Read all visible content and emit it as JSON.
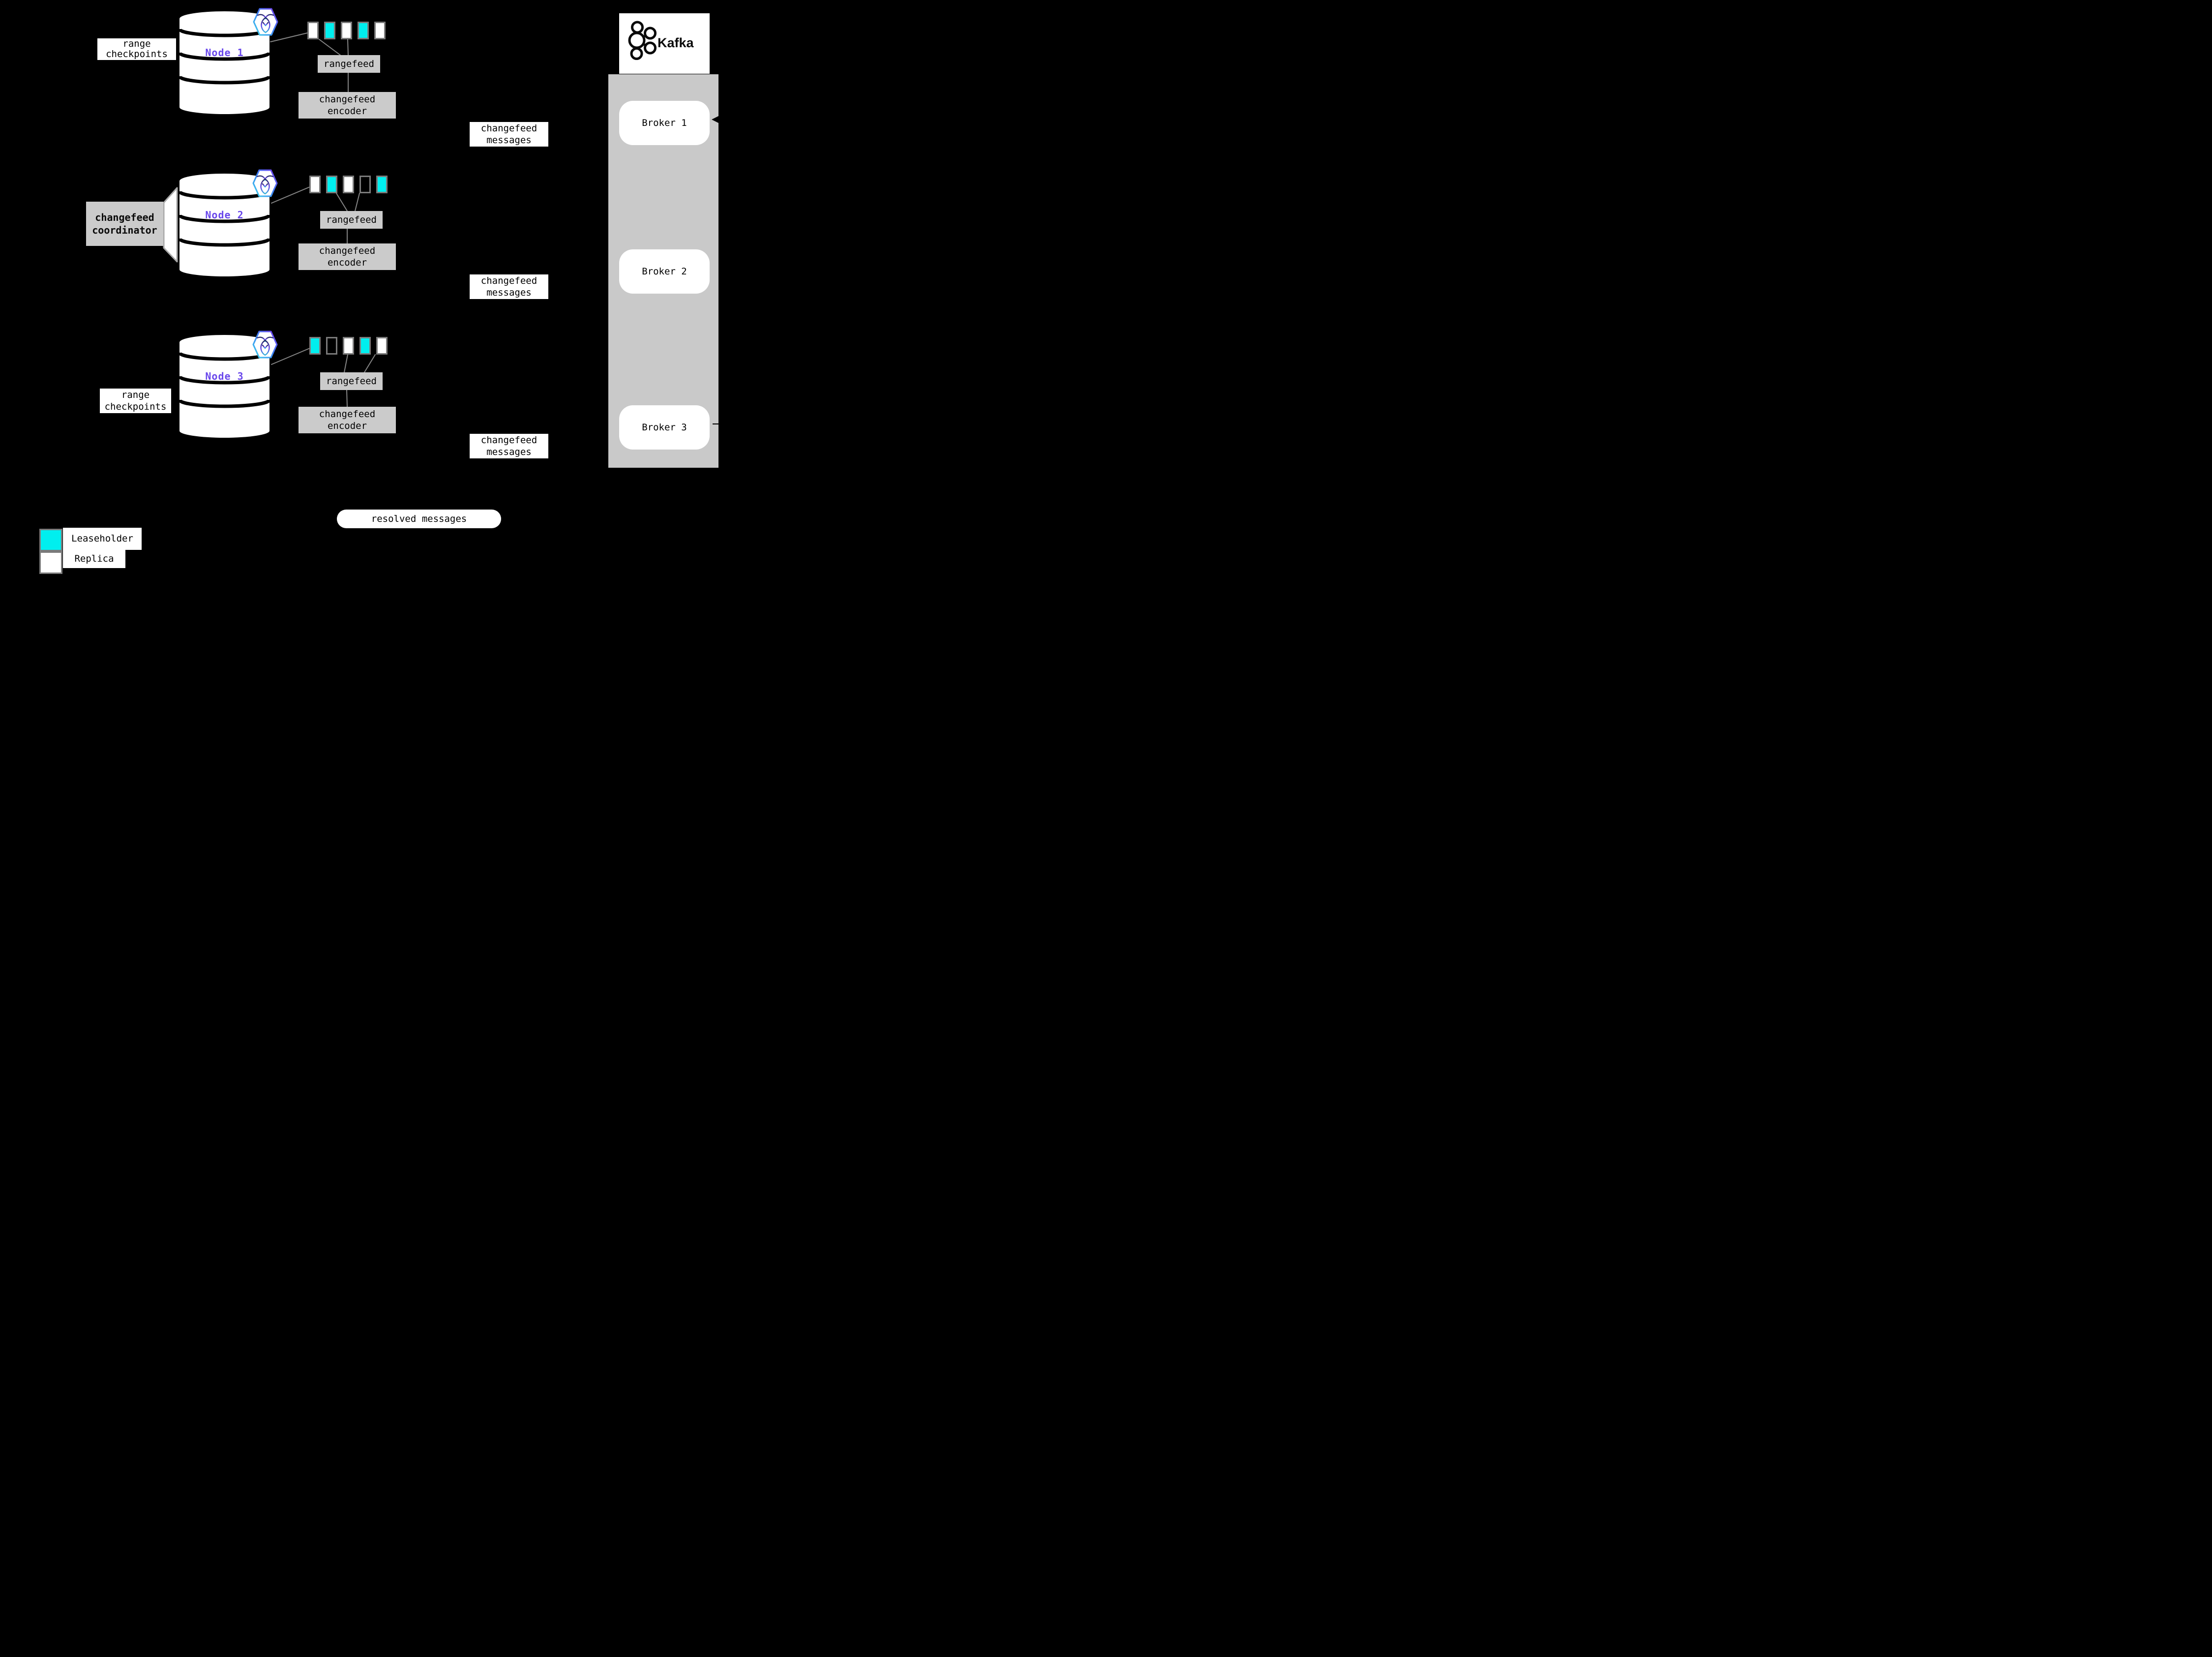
{
  "labels": {
    "range_checkpoints": "range checkpoints",
    "changefeed_coordinator": "changefeed coordinator",
    "rangefeed": "rangefeed",
    "changefeed_encoder": "changefeed encoder",
    "changefeed_messages": "changefeed messages",
    "resolved_messages": "resolved messages"
  },
  "nodes": [
    {
      "label": "Node 1",
      "ranges": [
        "replica",
        "leaseholder",
        "replica",
        "leaseholder",
        "replica"
      ]
    },
    {
      "label": "Node 2",
      "ranges": [
        "replica",
        "leaseholder",
        "replica",
        "none",
        "leaseholder"
      ]
    },
    {
      "label": "Node 3",
      "ranges": [
        "leaseholder",
        "none",
        "replica",
        "leaseholder",
        "replica"
      ]
    }
  ],
  "kafka": {
    "title": "Kafka",
    "brokers": [
      "Broker 1",
      "Broker 2",
      "Broker 3"
    ]
  },
  "legend": {
    "leaseholder_label": "Leaseholder",
    "replica_label": "Replica"
  },
  "colors": {
    "background": "#000000",
    "leaseholder": "#00EFEF",
    "replica": "#FFFFFF",
    "box_gray": "#CBCBCB",
    "kafka_container_gray": "#C9C9C9",
    "connector_gray": "#858585",
    "node_label_purple": "#6947EB",
    "square_border_gray": "#7A7A7A"
  }
}
